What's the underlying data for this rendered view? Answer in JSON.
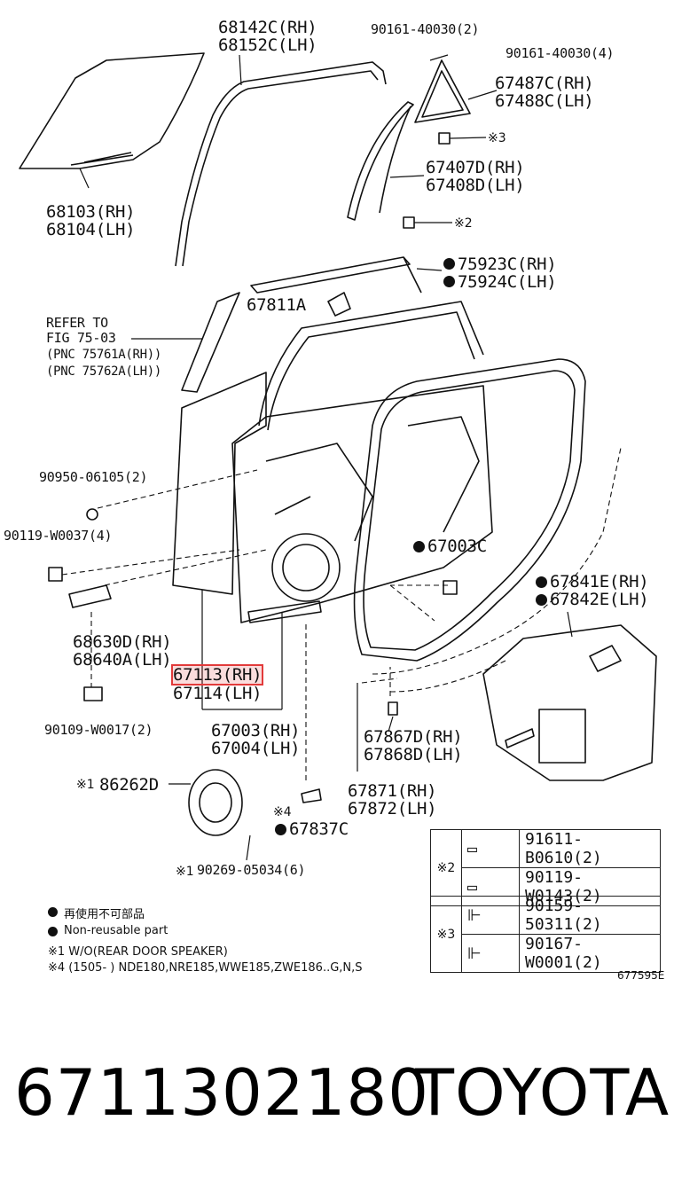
{
  "labels": {
    "glass_run_rh": "68142C(RH)",
    "glass_run_lh": "68152C(LH)",
    "screw_a": "90161-40030(2)",
    "screw_b": "90161-40030(4)",
    "garnish_rh": "67487C(RH)",
    "garnish_lh": "67488C(LH)",
    "x3_mark": "※3",
    "channel_rh": "67407D(RH)",
    "channel_lh": "67408D(LH)",
    "x2_mark": "※2",
    "glass_rh": "68103(RH)",
    "glass_lh": "68104(LH)",
    "belt_rh": "75923C(RH)",
    "belt_lh": "75924C(LH)",
    "clip": "67811A",
    "refer_to": "REFER TO",
    "fig": "FIG 75-03",
    "pnc_rh": "(PNC 75761A(RH))",
    "pnc_lh": "(PNC 75762A(LH))",
    "plug": "90950-06105(2)",
    "bolt_check": "90119-W0037(4)",
    "seal": "67003C",
    "check_rh": "68630D(RH)",
    "check_lh": "68640A(LH)",
    "weather_rh": "67841E(RH)",
    "weather_lh": "67842E(LH)",
    "panel_rh": "67113(RH)",
    "panel_lh": "67114(LH)",
    "bolt_lower": "90109-W0017(2)",
    "door_rh": "67003(RH)",
    "door_lh": "67004(LH)",
    "strip_rh": "67867D(RH)",
    "strip_lh": "67868D(LH)",
    "speaker": "86262D",
    "speaker_mark": "※1",
    "cover_rh": "67871(RH)",
    "cover_lh": "67872(LH)",
    "x4_mark": "※4",
    "grommet": "67837C",
    "screw_speaker": "90269-05034(6)",
    "speaker_screw_mark": "※1"
  },
  "kits": [
    {
      "mark": "※2",
      "parts": [
        "91611-B0610(2)",
        "90119-W0143(2)"
      ]
    },
    {
      "mark": "※3",
      "parts": [
        "90159-50311(2)",
        "90167-W0001(2)"
      ]
    }
  ],
  "legend": {
    "nonreuse_cn": "再使用不可部品",
    "nonreuse_en": "Non-reusable part",
    "note1": "※1 W/O(REAR DOOR SPEAKER)",
    "note4": "※4 (1505-        ) NDE180,NRE185,WWE185,ZWE186..G,N,S",
    "fig_code": "677595E"
  },
  "footer": {
    "part_number": "6711302180",
    "brand": "TOYOTA"
  },
  "highlight_color": "#e23a3a"
}
